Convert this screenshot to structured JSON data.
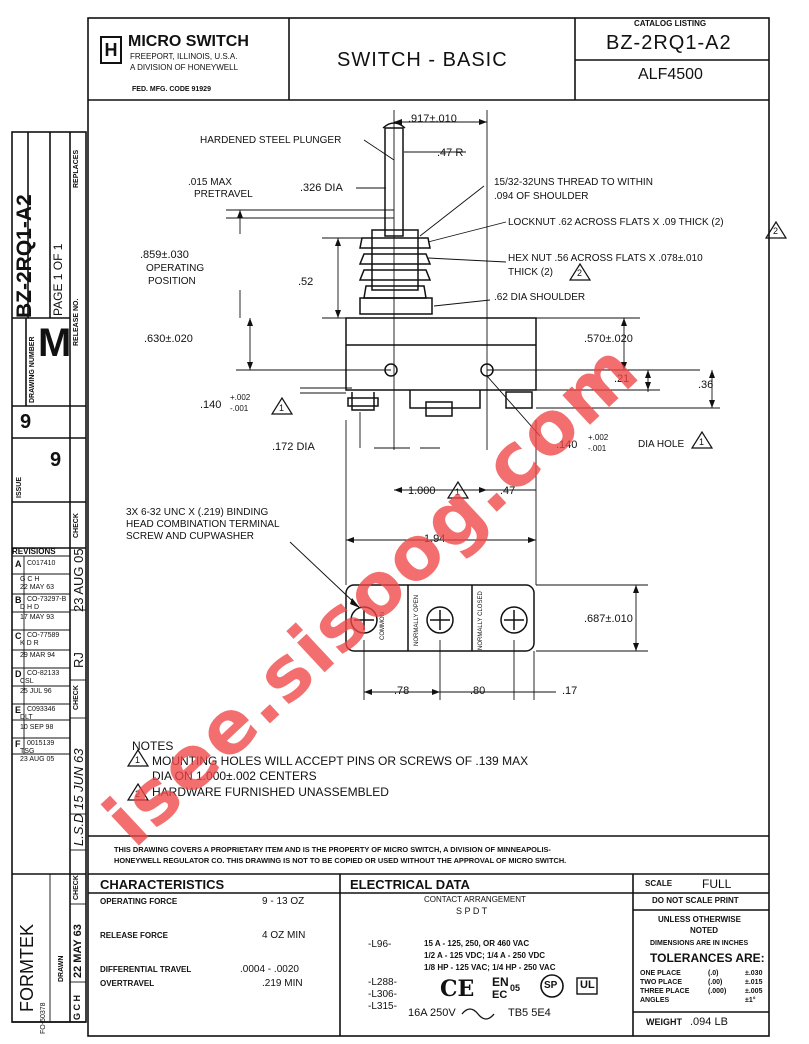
{
  "title_block": {
    "company": "MICRO SWITCH",
    "address": "FREEPORT, ILLINOIS, U.S.A.",
    "division": "A DIVISION OF HONEYWELL",
    "mfg_code": "FED. MFG. CODE 91929",
    "logo_letter": "H",
    "description": "SWITCH - BASIC",
    "catalog_listing_label": "CATALOG LISTING",
    "catalog_number": "BZ-2RQ1-A2",
    "alt_number": "ALF4500"
  },
  "side_strip": {
    "part_number": "BZ-2RQ1-A2",
    "page": "PAGE 1 OF 1",
    "replaces_label": "REPLACES",
    "release_no_label": "RELEASE NO.",
    "drawing_number_label": "DRAWING NUMBER",
    "drawing_letter": "M",
    "issue_label": "ISSUE",
    "issue_number": "9",
    "check_label": "CHECK",
    "revisions_label": "REVISIONS",
    "revisions": [
      {
        "letter": "A",
        "text": "C017410"
      },
      {
        "letter": "",
        "text": "G C H"
      },
      {
        "letter": "",
        "text": "22 MAY 63"
      },
      {
        "letter": "B",
        "text": "CO-73297-B"
      },
      {
        "letter": "",
        "text": "D H D"
      },
      {
        "letter": "",
        "text": "17 MAY 93"
      },
      {
        "letter": "C",
        "text": "CO-77589"
      },
      {
        "letter": "",
        "text": "K D R"
      },
      {
        "letter": "",
        "text": "29 MAR 94"
      },
      {
        "letter": "D",
        "text": "CO-82133"
      },
      {
        "letter": "",
        "text": "CSL"
      },
      {
        "letter": "",
        "text": "25 JUL 96"
      },
      {
        "letter": "E",
        "text": "C093346"
      },
      {
        "letter": "",
        "text": "DLT"
      },
      {
        "letter": "",
        "text": "10 SEP 98"
      },
      {
        "letter": "F",
        "text": "0015139"
      },
      {
        "letter": "",
        "text": "TSG"
      },
      {
        "letter": "",
        "text": "23 AUG 05"
      }
    ],
    "date_1": "23 AUG 05",
    "initials_1": "RJ",
    "date_2": "15 JUN 63",
    "initials_2": "L.S.D",
    "drawn_label": "DRAWN",
    "drawn_by": "G C H",
    "drawn_date": "22 MAY 63",
    "formtek": "FORMTEK",
    "form_no": "FO-50378"
  },
  "dims": {
    "top_width": ".917±.010",
    "radius": ".47 R",
    "plunger": "HARDENED STEEL PLUNGER",
    "pretravel_1": ".015 MAX",
    "pretravel_2": "PRETRAVEL",
    "plunger_dia": ".326 DIA",
    "thread_1": "15/32-32UNS THREAD TO WITHIN",
    "thread_2": ".094 OF SHOULDER",
    "locknut": "LOCKNUT .62 ACROSS FLATS X .09 THICK (2)",
    "op_pos_1": ".859±.030",
    "op_pos_2": "OPERATING",
    "op_pos_3": "POSITION",
    "hexnut_1": "HEX NUT .56 ACROSS FLATS X .078±.010",
    "hexnut_2": "THICK (2)",
    "d52": ".52",
    "shoulder": ".62 DIA SHOULDER",
    "d630": ".630±.020",
    "d570": ".570±.020",
    "d21": ".21",
    "d36": ".36",
    "tol_base": ".140",
    "tol_plus": "+.002",
    "tol_minus": "-.001",
    "dia_hole": "DIA HOLE",
    "d172": ".172 DIA",
    "d1000": "1.000",
    "d47": ".47",
    "screw_1": "3X 6-32 UNC X (.219) BINDING",
    "screw_2": "HEAD COMBINATION TERMINAL",
    "screw_3": "SCREW AND CUPWASHER",
    "d194": "1.94",
    "d687": ".687±.010",
    "d78": ".78",
    "d80": ".80",
    "d17": ".17",
    "term_common": "COMMON",
    "term_no": "NORMALLY OPEN",
    "term_nc": "NORMALLY CLOSED",
    "note_flag_1": "1",
    "note_flag_2": "2"
  },
  "notes": {
    "title": "NOTES",
    "n1_a": "MOUNTING HOLES WILL ACCEPT PINS OR SCREWS OF .139 MAX",
    "n1_b": "DIA ON 1.000±.002 CENTERS",
    "n2": "HARDWARE FURNISHED UNASSEMBLED"
  },
  "proprietary": {
    "line1": "THIS DRAWING COVERS A PROPRIETARY ITEM AND IS THE PROPERTY OF MICRO SWITCH, A DIVISION OF MINNEAPOLIS-",
    "line2": "HONEYWELL REGULATOR CO. THIS DRAWING IS NOT TO BE COPIED OR USED WITHOUT THE APPROVAL OF MICRO SWITCH."
  },
  "characteristics": {
    "title": "CHARACTERISTICS",
    "rows": [
      {
        "label": "OPERATING FORCE",
        "value": "9 - 13 OZ"
      },
      {
        "label": "RELEASE FORCE",
        "value": "4 OZ MIN"
      },
      {
        "label": "DIFFERENTIAL TRAVEL",
        "value": ".0004 - .0020"
      },
      {
        "label": "OVERTRAVEL",
        "value": ".219 MIN"
      }
    ]
  },
  "electrical": {
    "title": "ELECTRICAL DATA",
    "contact_label": "CONTACT ARRANGEMENT",
    "contact_value": "S P D T",
    "code": "-L96-",
    "ratings": [
      "15 A - 125, 250, OR 460 VAC",
      "1/2 A - 125 VDC; 1/4 A - 250 VDC",
      "1/8 HP - 125 VAC; 1/4 HP - 250 VAC"
    ],
    "options": [
      "-L288-",
      "-L306-",
      "-L315-"
    ],
    "ce": "CE",
    "en": "EN",
    "en_sub": "EC",
    "en_num": "05",
    "rating_line": "16A 250V",
    "tb": "TB5 5E4",
    "ul": "UL",
    "csa": "SP"
  },
  "scale": {
    "label": "SCALE",
    "value": "FULL",
    "dnsp": "DO NOT SCALE PRINT",
    "unless_1": "UNLESS OTHERWISE",
    "unless_2": "NOTED",
    "dims_in": "DIMENSIONS ARE IN INCHES",
    "tol_title": "TOLERANCES ARE:",
    "tol_rows": [
      {
        "label": "ONE PLACE",
        "fmt": "(.0)",
        "val": "±.030"
      },
      {
        "label": "TWO PLACE",
        "fmt": "(.00)",
        "val": "±.015"
      },
      {
        "label": "THREE PLACE",
        "fmt": "(.000)",
        "val": "±.005"
      },
      {
        "label": "ANGLES",
        "fmt": "",
        "val": "±1°"
      }
    ],
    "weight_label": "WEIGHT",
    "weight_value": ".094 LB"
  },
  "watermark": "isee.sisoog.com"
}
